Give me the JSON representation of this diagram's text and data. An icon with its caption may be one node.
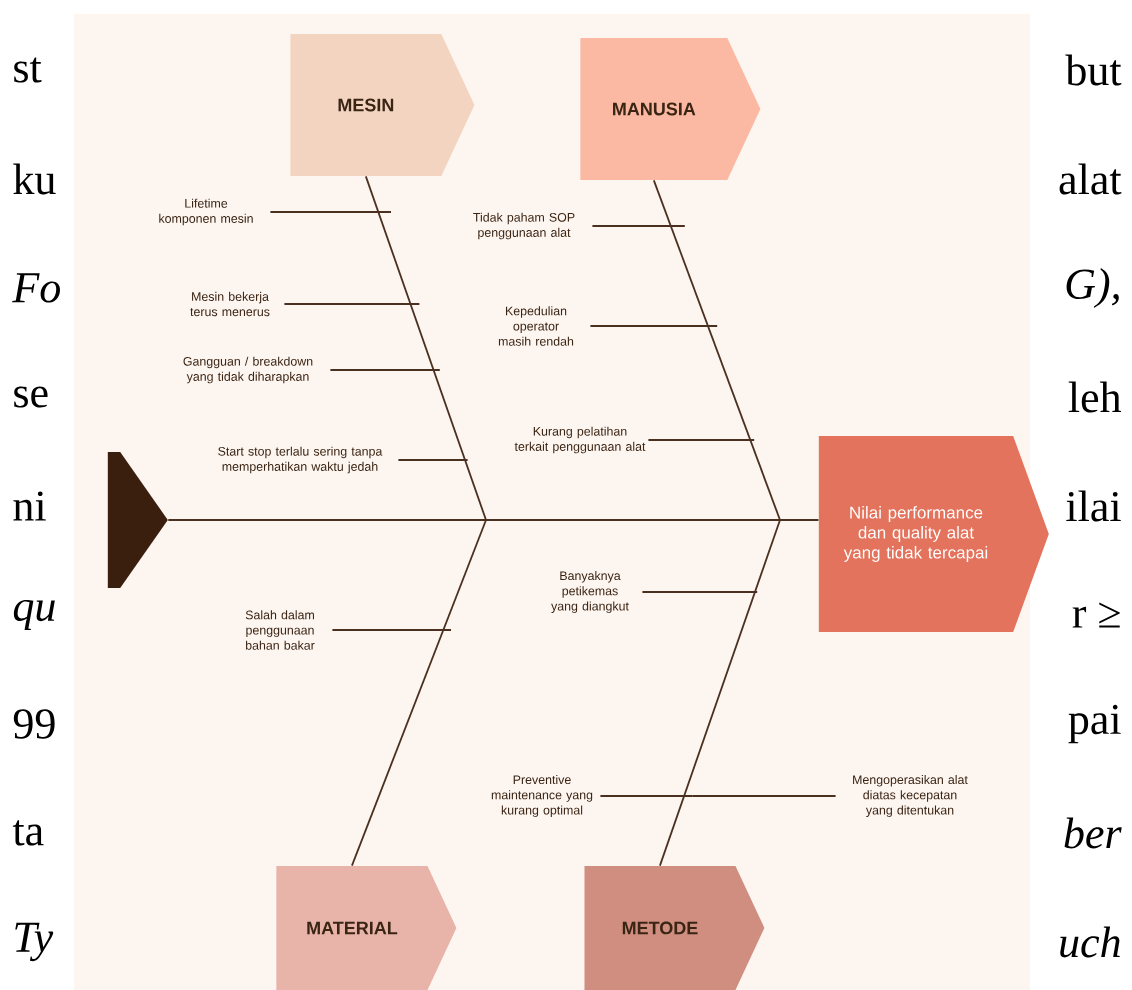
{
  "diagram": {
    "nodes": [
      {
        "text": [
          "MESIN"
        ]
      },
      {
        "text": [
          "MANUSIA"
        ]
      },
      {
        "text": [
          "Lifetime komponen mesin"
        ]
      },
      {
        "text": [
          "Tidak paham SOP penggunaan alat"
        ]
      },
      {
        "text": [
          "Mesin bekerja terus menerus"
        ]
      },
      {
        "text": [
          "Kepedulian operator masih rendah"
        ]
      },
      {
        "text": [
          "Gangguan / breakdown yang tidak diharapkan"
        ]
      },
      {
        "text": [
          "Start stop terlalu sering tanpa memperhatikan waktu jedah"
        ]
      },
      {
        "text": [
          "Kurang pelatihan terkait penggunaan alat"
        ]
      },
      {
        "text": [],
        "shape": "pentagon"
      },
      {
        "text": [
          "Nilai performance dan quality alat yang tidak tercapai"
        ]
      },
      {
        "text": [
          "Banyaknya petikemas yang diangkut"
        ]
      },
      {
        "text": [
          "Salah dalam penggunaan bahan bakar"
        ]
      },
      {
        "text": [
          "Preventive maintenance yang kurang optimal"
        ]
      },
      {
        "text": [
          "Mengoperasikan alat diatas kecepatan yang ditentukan"
        ]
      },
      {
        "text": [
          "MATERIAL"
        ]
      },
      {
        "text": [
          "METODE"
        ]
      }
    ],
    "edges": [
      {
        "from": 0,
        "to": null,
        "arrow": "none"
      },
      {
        "from": 1,
        "to": null,
        "arrow": "none"
      },
      {
        "from": 15,
        "to": null,
        "arrow": "none"
      },
      {
        "from": 16,
        "to": null,
        "arrow": "none"
      },
      {
        "from": 9,
        "to": 10,
        "arrow": "none"
      },
      {
        "from": 2,
        "to": null,
        "arrow": "none"
      },
      {
        "from": 4,
        "to": null,
        "arrow": "none"
      },
      {
        "from": 6,
        "to": null,
        "arrow": "none"
      },
      {
        "from": 7,
        "to": null,
        "arrow": "none"
      },
      {
        "from": 3,
        "to": null,
        "arrow": "none"
      },
      {
        "from": 5,
        "to": null,
        "arrow": "none"
      },
      {
        "from": 8,
        "to": null,
        "arrow": "none"
      },
      {
        "from": 12,
        "to": null,
        "arrow": "none"
      },
      {
        "from": 11,
        "to": null,
        "arrow": "none"
      },
      {
        "from": 13,
        "to": null,
        "arrow": "none"
      },
      {
        "from": 14,
        "to": null,
        "arrow": "none"
      }
    ],
    "labels": [
      "st",
      "but",
      "ku",
      "alat",
      "Fo",
      "G),",
      "se",
      "leh",
      "ni",
      "ilai",
      "qu",
      "r ≥",
      "99",
      "pai",
      "ta",
      "ber",
      "Ty",
      "uch"
    ]
  }
}
